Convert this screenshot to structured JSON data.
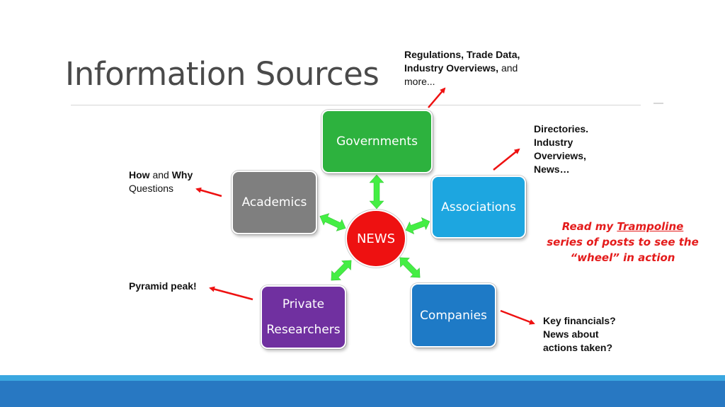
{
  "slide": {
    "title": "Information Sources"
  },
  "hub": {
    "label": "NEWS",
    "color": "#ee1111"
  },
  "nodes": {
    "governments": {
      "label": "Governments",
      "color": "#2db23e"
    },
    "associations": {
      "label": "Associations",
      "color": "#1da6e0"
    },
    "companies": {
      "label": "Companies",
      "color": "#1e7ac6"
    },
    "private_researchers": {
      "line1": "Private",
      "line2": "Researchers",
      "color": "#7030a0"
    },
    "academics": {
      "label": "Academics",
      "color": "#7f7f7f"
    }
  },
  "notes": {
    "governments": {
      "bold1": "Regulations, Trade Data,",
      "bold2": "Industry Overviews,",
      "plain2": " and",
      "plain3": "more..."
    },
    "associations": {
      "line1": "Directories.",
      "line2": "Industry",
      "line3": "Overviews,",
      "line4": "News…"
    },
    "academics": {
      "bold_a": "How",
      "plain_a": " and ",
      "bold_b": "Why",
      "line2": "Questions"
    },
    "private_researchers": {
      "bold": "Pyramid peak!"
    },
    "companies": {
      "line1": "Key financials?",
      "line2": "News about",
      "line3": "actions taken?"
    }
  },
  "callout": {
    "pre": "Read my ",
    "link": "Trampoline",
    "line2": "series of posts to see the",
    "line3": "“wheel” in action",
    "color": "#e41b1b"
  },
  "colors": {
    "connector_arrow": "#44ee44",
    "pointer_arrow": "#ee1111",
    "footer_light": "#3aa7e0",
    "footer_dark": "#2878c2"
  }
}
